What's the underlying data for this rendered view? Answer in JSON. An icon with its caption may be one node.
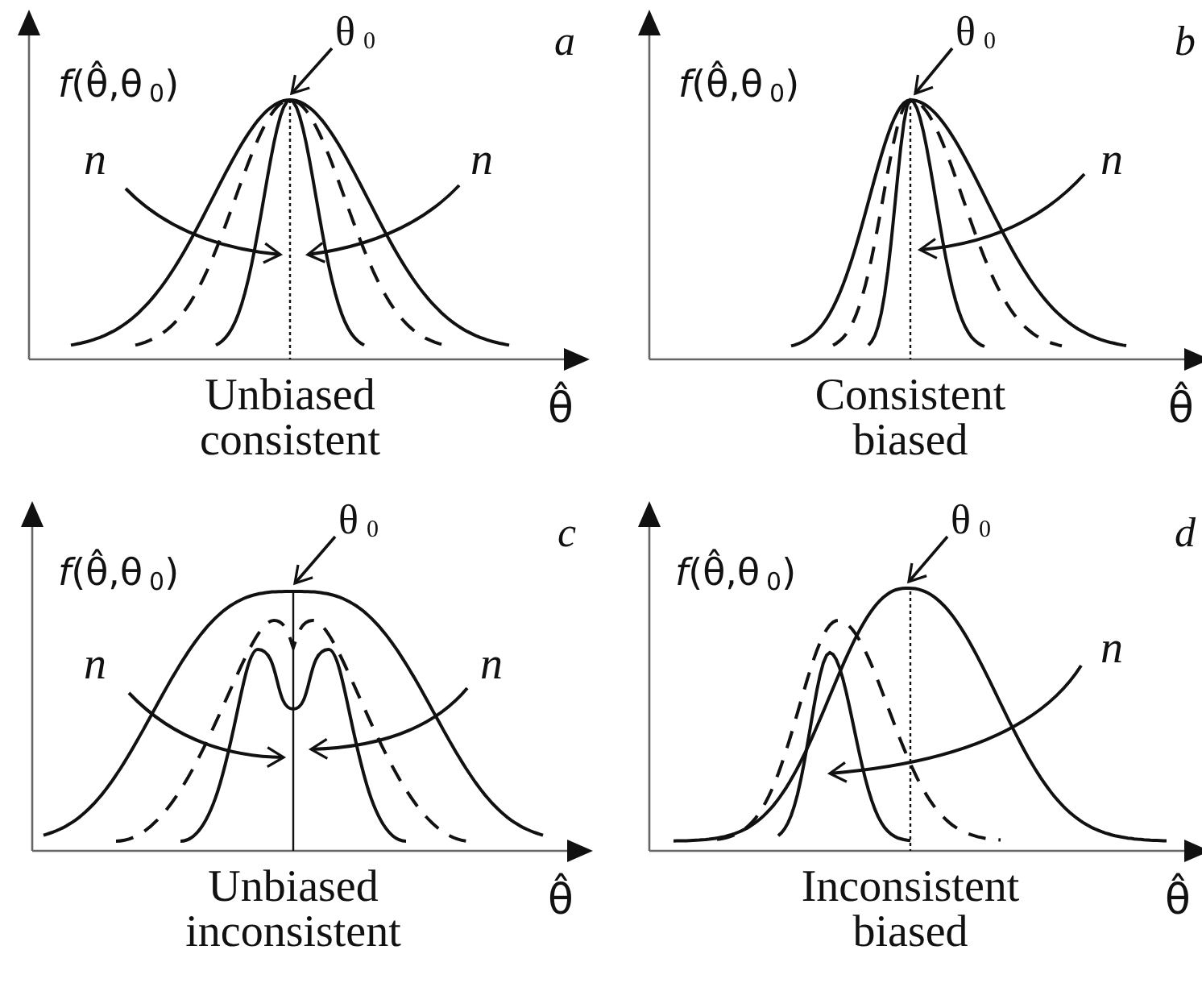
{
  "diagram": {
    "nodes": [
      {
        "text": [
          "θ$_{0}$"
        ]
      },
      {
        "text": [
          "θ$_{0}$"
        ]
      },
      {
        "text": [
          "θ$_{0}$"
        ]
      },
      {
        "text": [
          "θ$_{0}$"
        ]
      },
      {
        "text": [],
        "shape": "picture"
      },
      {
        "text": [],
        "shape": "picture"
      },
      {
        "text": [],
        "shape": "picture"
      },
      {
        "text": [],
        "shape": "picture"
      }
    ],
    "edges": [
      {
        "from": 0,
        "to": 4,
        "arrow": "to"
      },
      {
        "from": 1,
        "to": 5,
        "arrow": "to"
      },
      {
        "from": 2,
        "to": 6,
        "arrow": "to"
      },
      {
        "from": 3,
        "to": 7,
        "arrow": "to"
      }
    ],
    "labels": [
      "a",
      "*f*(θ̂,θ$_{0}$)",
      "n",
      "n",
      "Unbiased consistent",
      "θ̂",
      "b",
      "*f*(θ̂,θ$_{0}$)",
      "n",
      "Consistent biased",
      "θ̂",
      "c",
      "*f*(θ̂,θ$_{0}$)",
      "n",
      "n",
      "Unbiased inconsistent",
      "θ̂",
      "d",
      "*f*(θ̂,θ$_{0}$)",
      "n",
      "Inconsistent biased",
      "θ̂"
    ]
  }
}
